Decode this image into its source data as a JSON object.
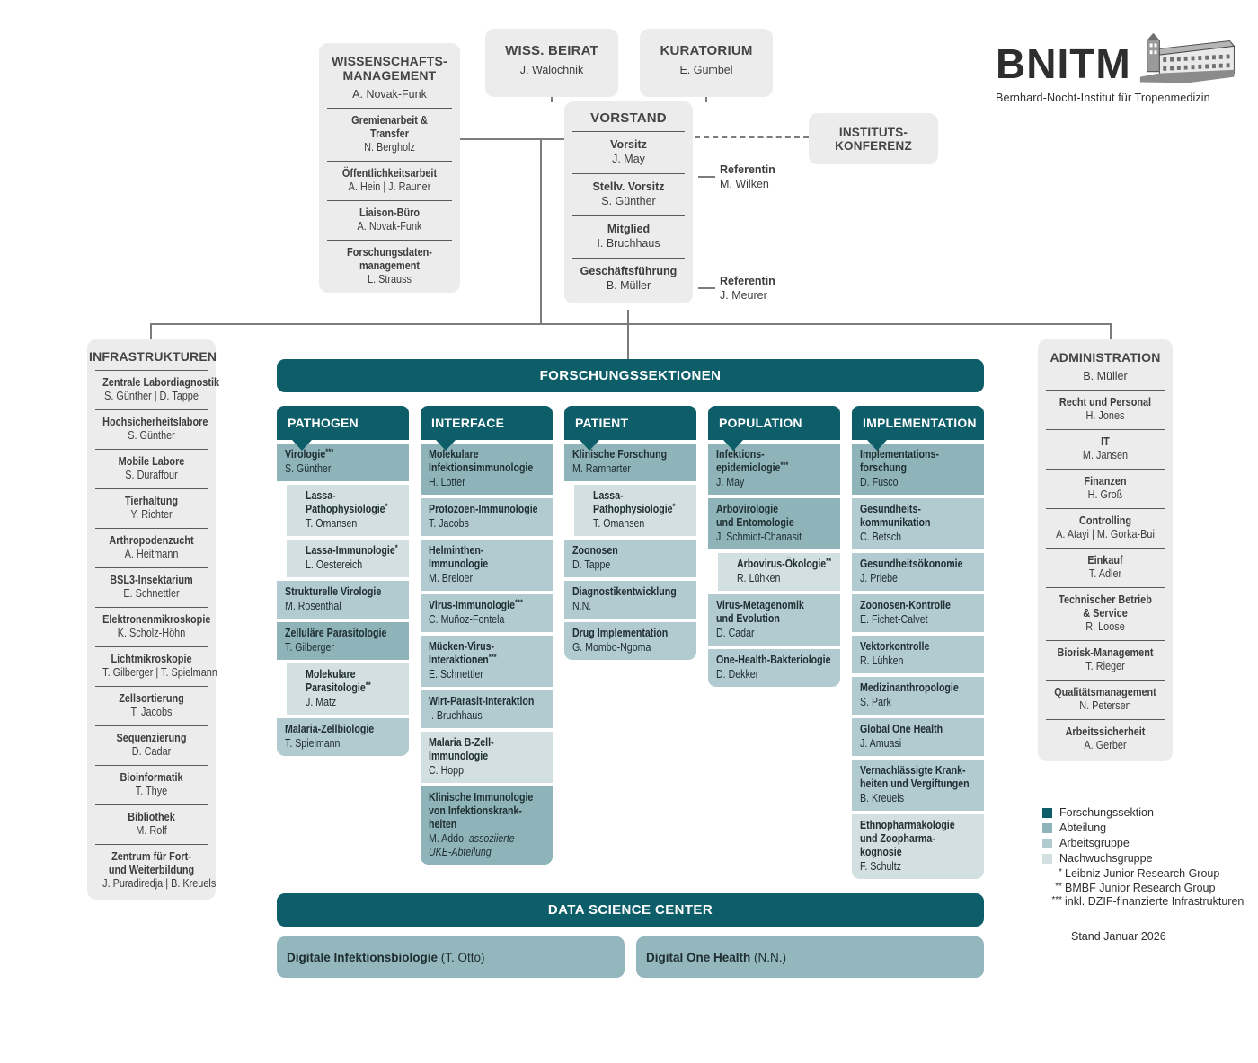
{
  "colors": {
    "forschungssektion": "#0e5e6a",
    "abteilung": "#8eb4ba",
    "arbeitsgruppe": "#b2cbd0",
    "nachwuchsgruppe": "#d3e0e2",
    "gray_box": "#ececec",
    "connector_line": "#7c7c7c"
  },
  "logo": {
    "acronym": "BNITM",
    "subtitle": "Bernhard-Nocht-Institut für Tropenmedizin"
  },
  "wissenschaftsmanagement": {
    "title": "WISSENSCHAFTS-\nMANAGEMENT",
    "leader": "A. Novak-Funk",
    "items": [
      {
        "title": "Gremienarbeit &\nTransfer",
        "leader": "N. Bergholz"
      },
      {
        "title": "Öffentlichkeitsarbeit",
        "leader": "A. Hein | J. Rauner"
      },
      {
        "title": "Liaison-Büro",
        "leader": "A. Novak-Funk"
      },
      {
        "title": "Forschungsdaten-\nmanagement",
        "leader": "L. Strauss"
      }
    ]
  },
  "beirat": {
    "title": "WISS. BEIRAT",
    "leader": "J. Walochnik"
  },
  "kuratorium": {
    "title": "KURATORIUM",
    "leader": "E. Gümbel"
  },
  "vorstand": {
    "title": "VORSTAND",
    "rows": [
      {
        "role": "Vorsitz",
        "name": "J. May"
      },
      {
        "role": "Stellv. Vorsitz",
        "name": "S. Günther"
      },
      {
        "role": "Mitglied",
        "name": "I. Bruchhaus"
      },
      {
        "role": "Geschäftsführung",
        "name": "B. Müller"
      }
    ]
  },
  "institutskonferenz": {
    "title": "INSTITUTS-\nKONFERENZ"
  },
  "referenten": [
    {
      "label": "Referentin",
      "name": "M. Wilken"
    },
    {
      "label": "Referentin",
      "name": "J. Meurer"
    }
  ],
  "infrastrukturen": {
    "title": "INFRASTRUKTUREN",
    "items": [
      {
        "title": "Zentrale Labordiagnostik",
        "leader": "S. Günther | D. Tappe"
      },
      {
        "title": "Hochsicherheitslabore",
        "leader": "S. Günther"
      },
      {
        "title": "Mobile Labore",
        "leader": "S. Duraffour"
      },
      {
        "title": "Tierhaltung",
        "leader": "Y. Richter"
      },
      {
        "title": "Arthropodenzucht",
        "leader": "A. Heitmann"
      },
      {
        "title": "BSL3-Insektarium",
        "leader": "E. Schnettler"
      },
      {
        "title": "Elektronenmikroskopie",
        "leader": "K. Scholz-Höhn"
      },
      {
        "title": "Lichtmikroskopie",
        "leader": "T. Gilberger | T. Spielmann"
      },
      {
        "title": "Zellsortierung",
        "leader": "T. Jacobs"
      },
      {
        "title": "Sequenzierung",
        "leader": "D. Cadar"
      },
      {
        "title": "Bioinformatik",
        "leader": "T. Thye"
      },
      {
        "title": "Bibliothek",
        "leader": "M. Rolf"
      },
      {
        "title": "Zentrum für Fort-\nund Weiterbildung",
        "leader": "J. Puradiredja | B. Kreuels"
      }
    ]
  },
  "administration": {
    "title": "ADMINISTRATION",
    "leader": "B. Müller",
    "items": [
      {
        "title": "Recht und Personal",
        "leader": "H. Jones"
      },
      {
        "title": "IT",
        "leader": "M. Jansen"
      },
      {
        "title": "Finanzen",
        "leader": "H. Groß"
      },
      {
        "title": "Controlling",
        "leader": "A. Atayi | M. Gorka-Bui"
      },
      {
        "title": "Einkauf",
        "leader": "T. Adler"
      },
      {
        "title": "Technischer Betrieb\n& Service",
        "leader": "R. Loose"
      },
      {
        "title": "Biorisk-Management",
        "leader": "T. Rieger"
      },
      {
        "title": "Qualitätsmanagement",
        "leader": "N. Petersen"
      },
      {
        "title": "Arbeitssicherheit",
        "leader": "A. Gerber"
      }
    ]
  },
  "sections_bar_label": "FORSCHUNGSSEKTIONEN",
  "sections": [
    {
      "name": "PATHOGEN",
      "items": [
        {
          "title": "Virologie",
          "sup": "***",
          "leader": "S. Günther",
          "tier": "abteilung"
        },
        {
          "title": "Lassa-\nPathophysiologie",
          "sup": "*",
          "leader": "T. Omansen",
          "tier": "nachwuchsgruppe",
          "indent": "true"
        },
        {
          "title": "Lassa-Immunologie",
          "sup": "*",
          "leader": "L. Oestereich",
          "tier": "nachwuchsgruppe",
          "indent": "true"
        },
        {
          "title": "Strukturelle Virologie",
          "leader": "M. Rosenthal",
          "tier": "arbeitsgruppe"
        },
        {
          "title": "Zelluläre Parasitologie",
          "leader": "T. Gilberger",
          "tier": "abteilung"
        },
        {
          "title": "Molekulare\nParasitologie",
          "sup": "**",
          "leader": "J. Matz",
          "tier": "nachwuchsgruppe",
          "indent": "true"
        },
        {
          "title": "Malaria-Zellbiologie",
          "leader": "T. Spielmann",
          "tier": "arbeitsgruppe"
        }
      ]
    },
    {
      "name": "INTERFACE",
      "items": [
        {
          "title": "Molekulare\nInfektionsimmunologie",
          "leader": "H. Lotter",
          "tier": "abteilung"
        },
        {
          "title": "Protozoen-Immunologie",
          "leader": "T. Jacobs",
          "tier": "arbeitsgruppe"
        },
        {
          "title": "Helminthen-\nImmunologie",
          "leader": "M. Breloer",
          "tier": "arbeitsgruppe"
        },
        {
          "title": "Virus-Immunologie",
          "sup": "***",
          "leader": "C. Muñoz-Fontela",
          "tier": "arbeitsgruppe"
        },
        {
          "title": "Mücken-Virus-\nInteraktionen",
          "sup": "***",
          "leader": "E. Schnettler",
          "tier": "arbeitsgruppe"
        },
        {
          "title": "Wirt-Parasit-Interaktion",
          "leader": "I. Bruchhaus",
          "tier": "arbeitsgruppe"
        },
        {
          "title": "Malaria B-Zell-\nImmunologie",
          "leader": "C. Hopp",
          "tier": "nachwuchsgruppe"
        },
        {
          "title": "Klinische Immunologie\nvon Infektionskrank-\nheiten",
          "leader": "M. Addo, ",
          "leader_em": "assoziierte\nUKE-Abteilung",
          "tier": "abteilung",
          "rounded": "true"
        }
      ]
    },
    {
      "name": "PATIENT",
      "items": [
        {
          "title": "Klinische Forschung",
          "leader": "M. Ramharter",
          "tier": "abteilung"
        },
        {
          "title": "Lassa-\nPathophysiologie",
          "sup": "*",
          "leader": "T. Omansen",
          "tier": "nachwuchsgruppe",
          "indent": "true"
        },
        {
          "title": "Zoonosen",
          "leader": "D. Tappe",
          "tier": "arbeitsgruppe"
        },
        {
          "title": "Diagnostikentwicklung",
          "leader": "N.N.",
          "tier": "arbeitsgruppe"
        },
        {
          "title": "Drug Implementation",
          "leader": "G. Mombo-Ngoma",
          "tier": "arbeitsgruppe"
        }
      ]
    },
    {
      "name": "POPULATION",
      "items": [
        {
          "title": "Infektions-\nepidemiologie",
          "sup": "***",
          "leader": "J. May",
          "tier": "abteilung"
        },
        {
          "title": "Arbovirologie\nund Entomologie",
          "leader": "J. Schmidt-Chanasit",
          "tier": "abteilung"
        },
        {
          "title": "Arbovirus-Ökologie",
          "sup": "**",
          "leader": "R. Lühken",
          "tier": "nachwuchsgruppe",
          "indent": "true"
        },
        {
          "title": "Virus-Metagenomik\nund Evolution",
          "leader": "D. Cadar",
          "tier": "arbeitsgruppe"
        },
        {
          "title": "One-Health-Bakteriologie",
          "leader": "D. Dekker",
          "tier": "arbeitsgruppe"
        }
      ]
    },
    {
      "name": "IMPLEMENTATION",
      "items": [
        {
          "title": "Implementations-\nforschung",
          "leader": "D. Fusco",
          "tier": "abteilung"
        },
        {
          "title": "Gesundheits-\nkommunikation",
          "leader": "C. Betsch",
          "tier": "arbeitsgruppe"
        },
        {
          "title": "Gesundheitsökonomie",
          "leader": "J. Priebe",
          "tier": "arbeitsgruppe"
        },
        {
          "title": "Zoonosen-Kontrolle",
          "leader": "E. Fichet-Calvet",
          "tier": "arbeitsgruppe"
        },
        {
          "title": "Vektorkontrolle",
          "leader": "R. Lühken",
          "tier": "arbeitsgruppe"
        },
        {
          "title": "Medizinanthropologie",
          "leader": "S. Park",
          "tier": "arbeitsgruppe"
        },
        {
          "title": "Global One Health",
          "leader": "J. Amuasi",
          "tier": "arbeitsgruppe"
        },
        {
          "title": "Vernachlässigte Krank-\nheiten und Vergiftungen",
          "leader": "B. Kreuels",
          "tier": "arbeitsgruppe"
        },
        {
          "title": "Ethnopharmakologie\nund Zoopharma-\nkognosie",
          "leader": "F. Schultz",
          "tier": "nachwuchsgruppe"
        }
      ]
    }
  ],
  "dsc": {
    "title": "DATA SCIENCE CENTER",
    "boxes": [
      {
        "name": "Digitale Infektionsbiologie",
        "leader": " (T. Otto)"
      },
      {
        "name": "Digital One Health",
        "leader": " (N.N.)"
      }
    ]
  },
  "legend": {
    "entries": [
      {
        "label": "Forschungssektion",
        "color": "#0e5e6a"
      },
      {
        "label": "Abteilung",
        "color": "#8eb4ba"
      },
      {
        "label": "Arbeitsgruppe",
        "color": "#b2cbd0"
      },
      {
        "label": "Nachwuchsgruppe",
        "color": "#d3e0e2"
      }
    ],
    "footnotes": [
      {
        "sup": "*",
        "text": "Leibniz Junior Research Group"
      },
      {
        "sup": "**",
        "text": "BMBF Junior Research Group"
      },
      {
        "sup": "***",
        "text": "inkl. DZIF-finanzierte Infrastrukturen"
      }
    ],
    "stand": "Stand Januar 2026"
  }
}
